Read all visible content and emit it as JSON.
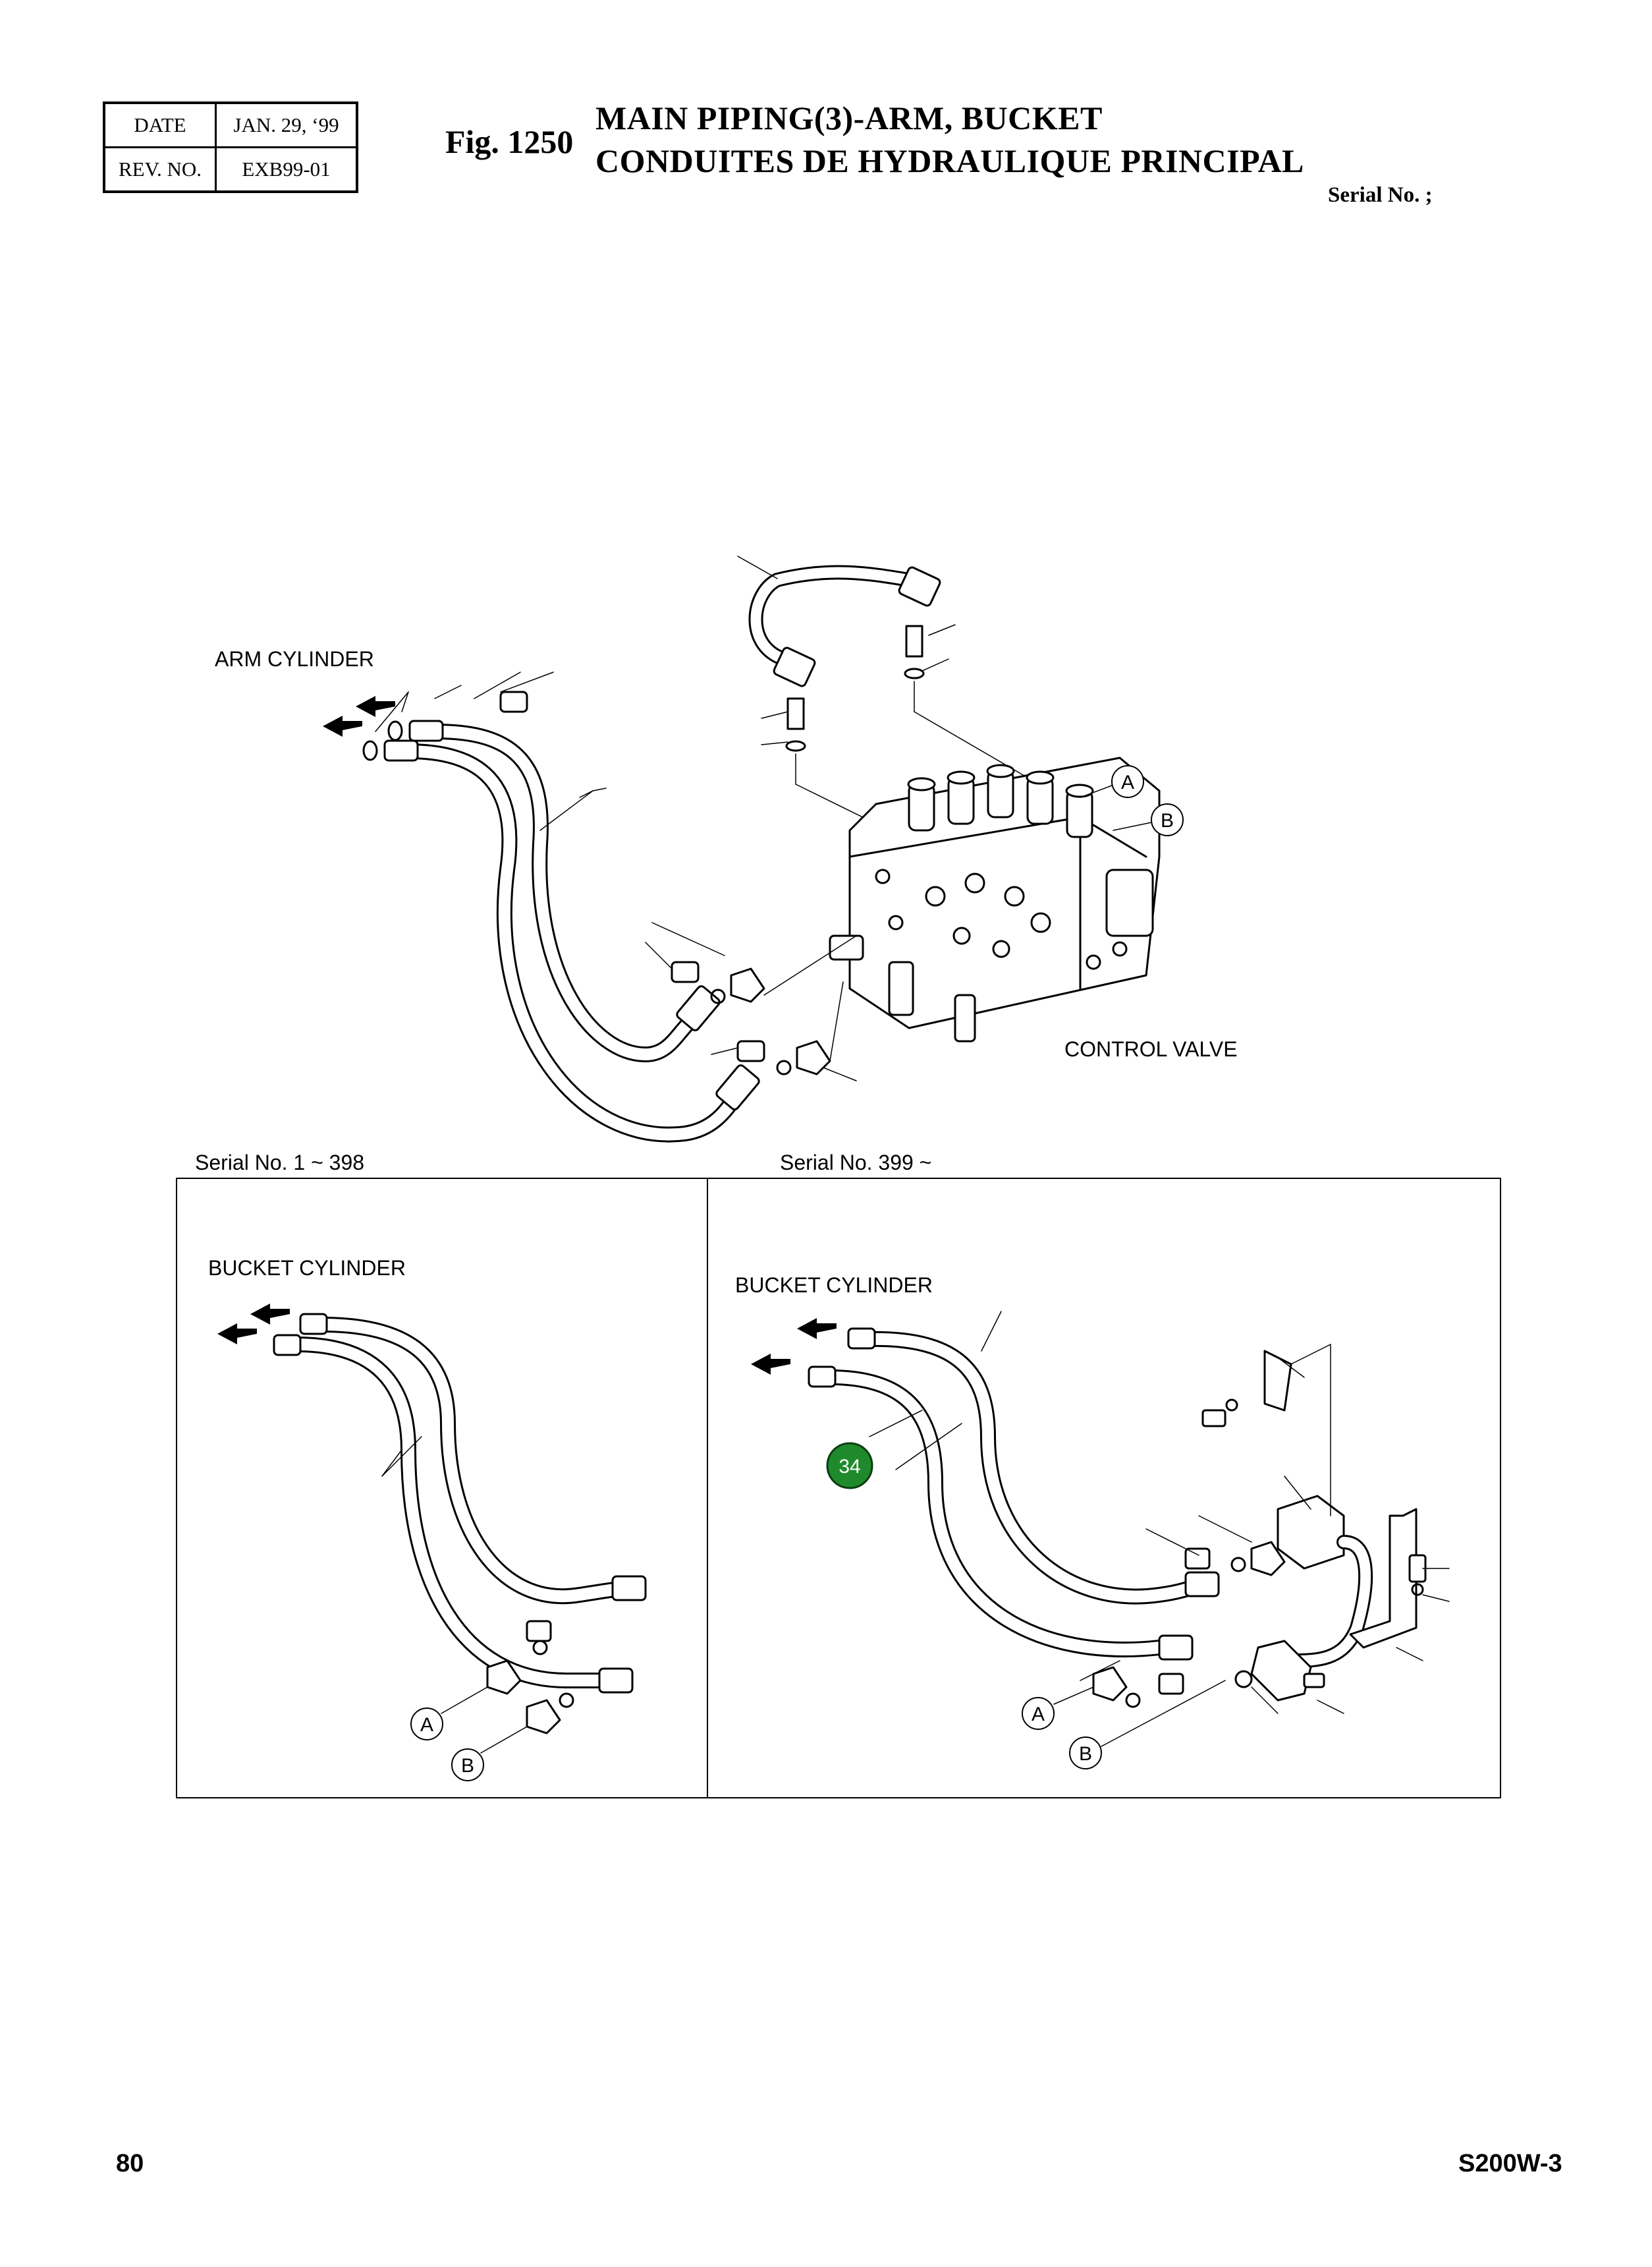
{
  "header": {
    "date_label": "DATE",
    "date_value": "JAN. 29, ‘99",
    "rev_label": "REV. NO.",
    "rev_value": "EXB99-01",
    "fig_label": "Fig. 1250",
    "title_line1": "MAIN PIPING(3)-ARM, BUCKET",
    "title_line2": "CONDUITES DE HYDRAULIQUE PRINCIPAL",
    "serial_label": "Serial No. ;"
  },
  "diagram": {
    "arm_cylinder": "ARM CYLINDER",
    "control_valve": "CONTROL VALVE",
    "serial_left": "Serial No. 1 ~ 398",
    "serial_right": "Serial No. 399 ~",
    "bucket_cylinder_left": "BUCKET CYLINDER",
    "bucket_cylinder_right": "BUCKET CYLINDER",
    "callouts": {
      "a": "A",
      "b": "B",
      "part_34": "34"
    },
    "highlight_color": "#1f8a2c"
  },
  "footer": {
    "page_number": "80",
    "model": "S200W-3"
  }
}
